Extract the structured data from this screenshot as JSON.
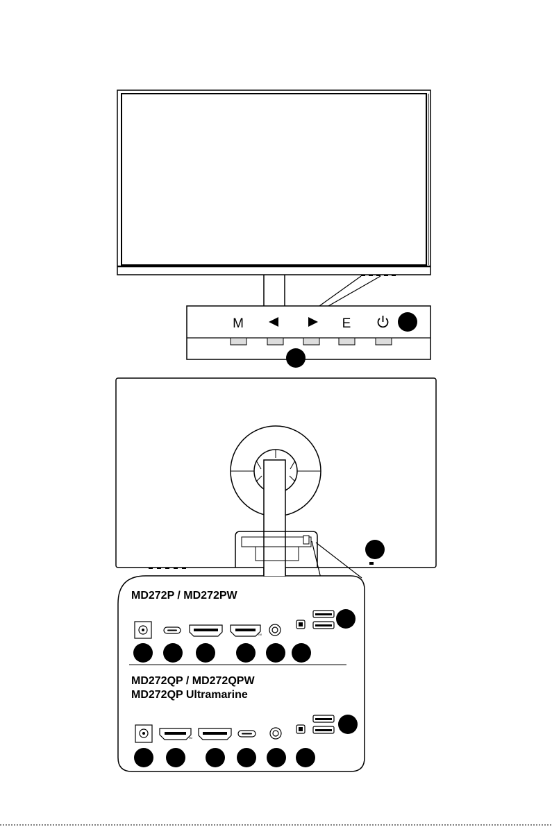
{
  "control_panel": {
    "buttons": [
      {
        "label": "M",
        "icon": "menu-button"
      },
      {
        "label": "◄",
        "icon": "left-arrow-icon"
      },
      {
        "label": "►",
        "icon": "right-arrow-icon"
      },
      {
        "label": "E",
        "icon": "exit-button"
      },
      {
        "label": "⏻",
        "icon": "power-icon"
      }
    ]
  },
  "ports_section": {
    "model_group_1": "MD272P / MD272PW",
    "model_group_2_line_1": "MD272QP / MD272QPW",
    "model_group_2_line_2": "MD272QP Ultramarine",
    "tm_mark": "TM"
  },
  "colors": {
    "line": "#000000",
    "callout": "#000000",
    "background": "#ffffff",
    "button_nub": "#dddddd"
  }
}
